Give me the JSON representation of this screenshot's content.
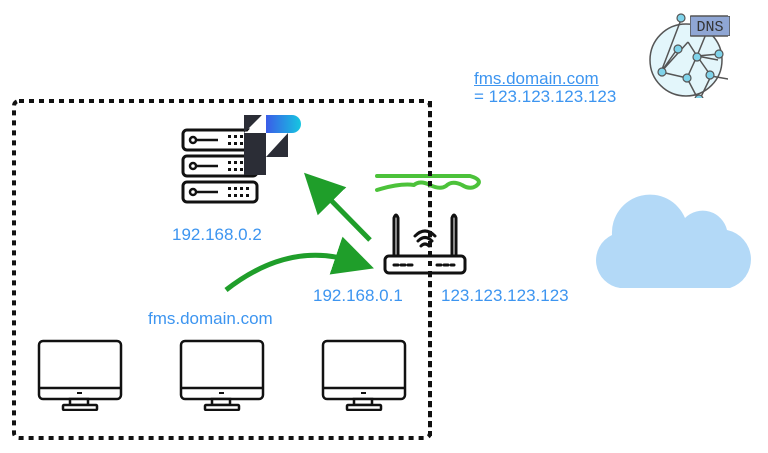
{
  "diagram": {
    "title": "Local network with DNS resolution to router public IP",
    "dns": {
      "icon": "dns-globe-icon",
      "badge": "DNS",
      "record_domain": "fms.domain.com",
      "record_ip": "= 123.123.123.123"
    },
    "lan": {
      "boundary": "dashed-rectangle",
      "server": {
        "icon": "server-rack-icon",
        "app_logo": "filemaker-logo-icon",
        "ip": "192.168.0.2"
      },
      "router": {
        "icon": "wifi-router-icon",
        "lan_ip": "192.168.0.1",
        "wan_ip": "123.123.123.123"
      },
      "client_request_label": "fms.domain.com",
      "clients": [
        {
          "icon": "desktop-monitor-icon"
        },
        {
          "icon": "desktop-monitor-icon"
        },
        {
          "icon": "desktop-monitor-icon"
        }
      ]
    },
    "internet": {
      "icon": "cloud-icon"
    },
    "colors": {
      "label": "#3d95f0",
      "arrow": "#1f9e2a",
      "squiggle": "#4cc23a",
      "cloud": "#b3d9f7",
      "boundary": "#111111"
    }
  }
}
